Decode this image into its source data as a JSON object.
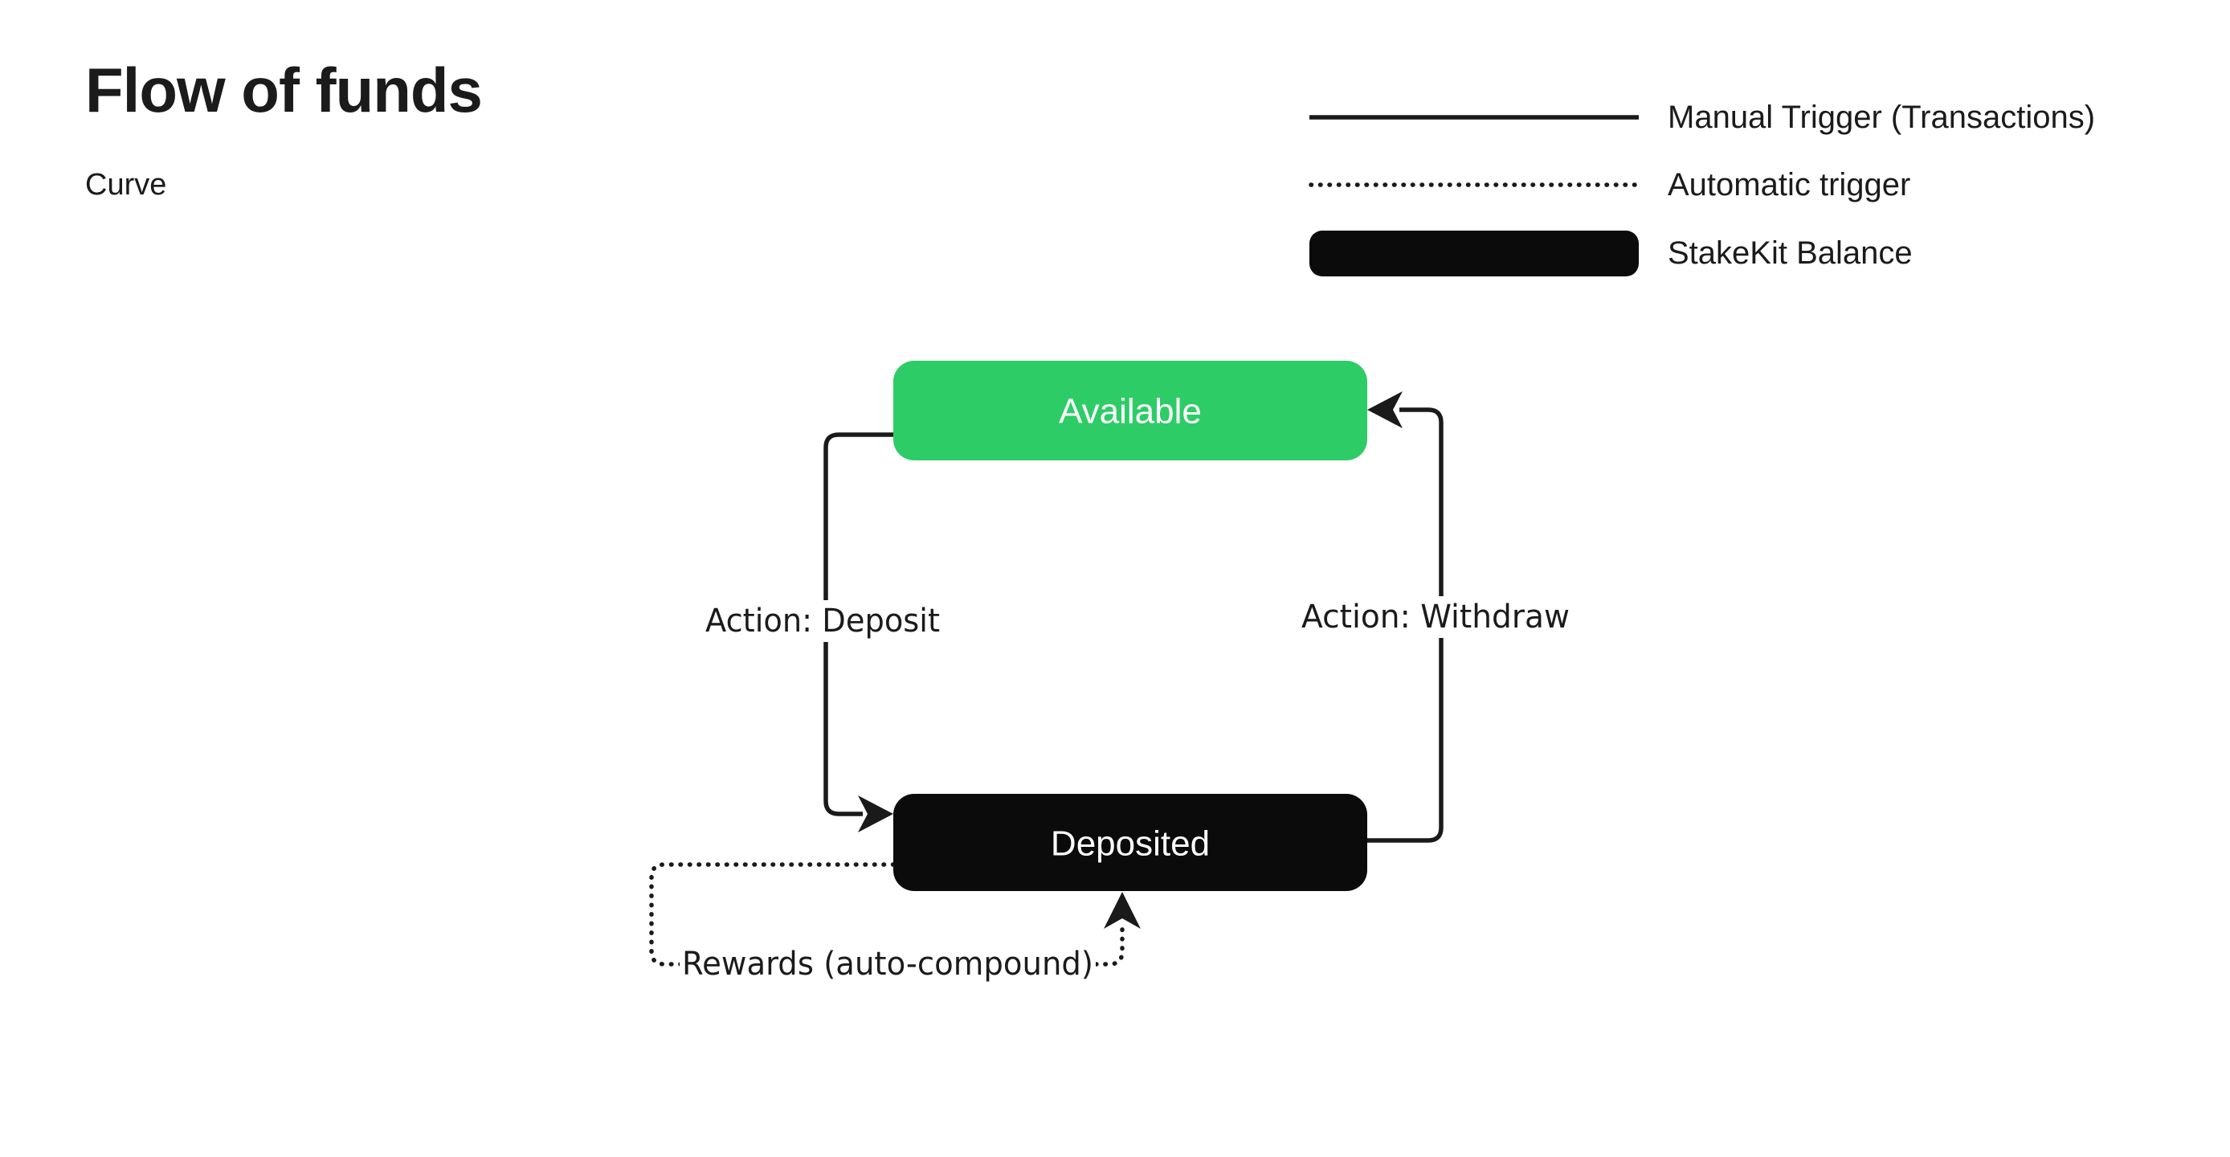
{
  "title": "Flow of funds",
  "subtitle": "Curve",
  "legend": {
    "items": [
      {
        "swatch": "solid-line",
        "label": "Manual Trigger (Transactions)"
      },
      {
        "swatch": "dotted-line",
        "label": "Automatic trigger"
      },
      {
        "swatch": "black-pill",
        "label": "StakeKit Balance"
      }
    ]
  },
  "diagram": {
    "nodes": [
      {
        "id": "available",
        "label": "Available",
        "fill": "#2ECC66",
        "text_color": "#FFFFFF"
      },
      {
        "id": "deposited",
        "label": "Deposited",
        "fill": "#0B0B0B",
        "text_color": "#FFFFFF"
      }
    ],
    "edges": [
      {
        "id": "deposit",
        "label": "Action: Deposit",
        "from": "available",
        "to": "deposited",
        "style": "solid"
      },
      {
        "id": "withdraw",
        "label": "Action: Withdraw",
        "from": "deposited",
        "to": "available",
        "style": "solid"
      },
      {
        "id": "rewards",
        "label": "Rewards (auto-compound)",
        "from": "deposited",
        "to": "deposited",
        "style": "dotted"
      }
    ]
  },
  "colors": {
    "background": "#FFFFFF",
    "line": "#1A1A1A",
    "text": "#1B1B1B",
    "accent_green": "#2ECC66",
    "node_dark": "#0B0B0B"
  }
}
